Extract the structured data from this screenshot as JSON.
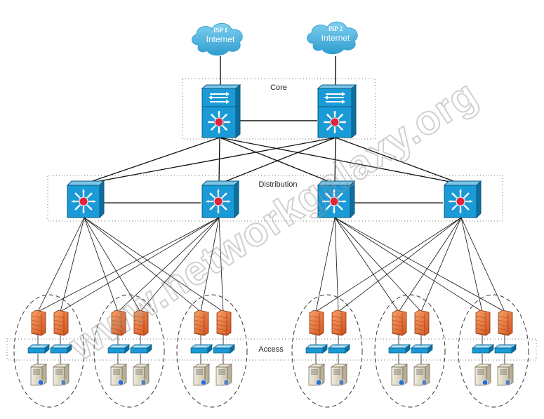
{
  "tiers": {
    "core": "Core",
    "distribution": "Distribution",
    "access": "Access"
  },
  "isps": [
    {
      "name": "ISP 1",
      "label": "Internet"
    },
    {
      "name": "ISP 2",
      "label": "Internet"
    }
  ],
  "watermark": "www.networkgalaxy.org",
  "colors": {
    "device_blue": "#1a9ad6",
    "device_dark": "#0e6f9e",
    "firewall": "#e9662a",
    "cloud": "#4fb3dc",
    "hub_red": "#e2233a"
  },
  "icons": {
    "core_switch": "layer3-switch-icon",
    "distribution_switch": "multilayer-switch-icon",
    "firewall": "firewall-icon",
    "access_switch": "workgroup-switch-icon",
    "server": "server-icon",
    "cloud": "cloud-icon"
  }
}
